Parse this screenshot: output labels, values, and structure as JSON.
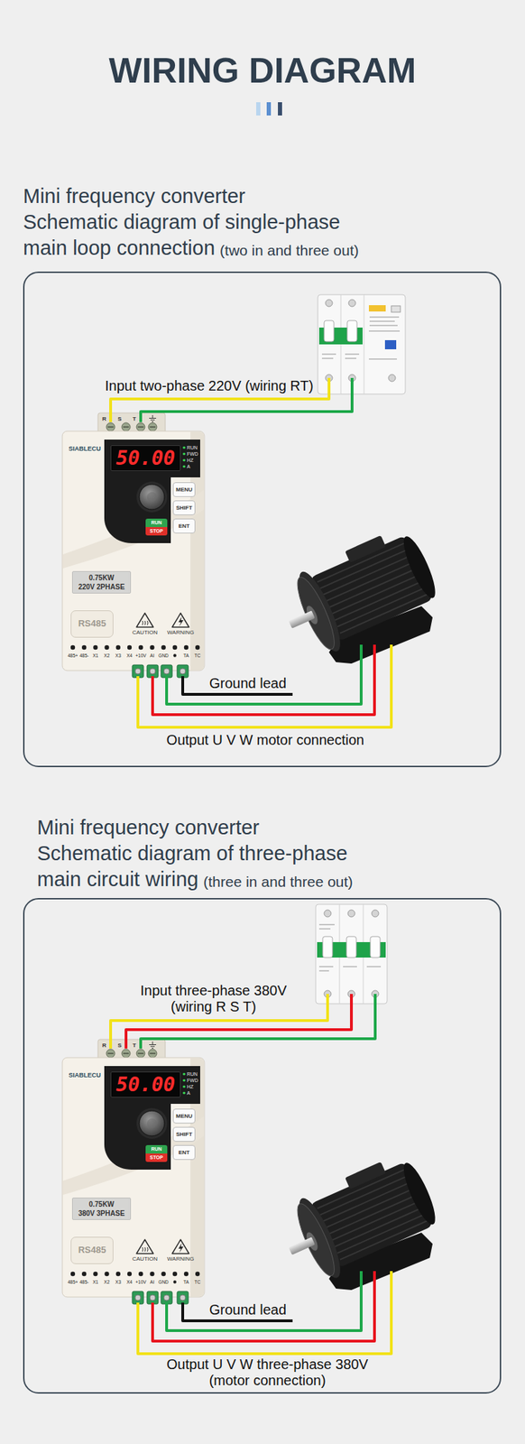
{
  "diagram": {
    "title": "WIRING DIAGRAM",
    "nodes": [
      {
        "text": [
          "Mini frequency converter Schematic diagram of single-phase main loop connection",
          "(two in and three out)"
        ]
      },
      {
        "text": [
          "SIABLECU"
        ],
        "in": 0
      },
      {
        "text": [
          "50.00"
        ],
        "in": 1
      },
      {
        "text": [
          "MENU"
        ],
        "in": 1
      },
      {
        "text": [
          "SHIFT"
        ],
        "in": 1
      },
      {
        "text": [
          "ENT"
        ],
        "in": 1
      },
      {
        "text": [
          "RUN",
          "STOP"
        ],
        "in": 1
      },
      {
        "text": [
          "0.75KW",
          "220V 2PHASE"
        ],
        "in": 1
      },
      {
        "text": [
          "RS485"
        ],
        "in": 1
      },
      {
        "text": [
          "Mini frequency converter Schematic diagram of three-phase main circuit wiring",
          "(three in and three out)"
        ]
      },
      {
        "text": [
          "SIABLECU"
        ],
        "in": 9
      },
      {
        "text": [
          "50.00"
        ],
        "in": 10
      },
      {
        "text": [
          "MENU"
        ],
        "in": 10
      },
      {
        "text": [
          "SHIFT"
        ],
        "in": 10
      },
      {
        "text": [
          "ENT"
        ],
        "in": 10
      },
      {
        "text": [
          "RUN",
          "STOP"
        ],
        "in": 10
      },
      {
        "text": [
          "0.75KW",
          "380V 3PHASE"
        ],
        "in": 10
      },
      {
        "text": [
          "RS485"
        ],
        "in": 10
      }
    ],
    "labels": [
      "Input two-phase 220V (wiring RT)",
      "R",
      "S",
      "T",
      "RUN",
      "FWD",
      "HZ",
      "A",
      "CAUTION",
      "WARNING",
      "485+",
      "485-",
      "X1",
      "X2",
      "X3",
      "X4",
      "+10V",
      "AI",
      "GND",
      "TA",
      "TC",
      "Ground lead",
      "Output U V W motor connection",
      "Input three-phase 380V (wiring R S T)",
      "R",
      "S",
      "T",
      "RUN",
      "FWD",
      "HZ",
      "A",
      "CAUTION",
      "WARNING",
      "485+",
      "485-",
      "X1",
      "X2",
      "X3",
      "X4",
      "+10V",
      "AI",
      "GND",
      "TA",
      "TC",
      "Ground lead",
      "Output U V W three-phase 380V (motor connection)"
    ]
  }
}
